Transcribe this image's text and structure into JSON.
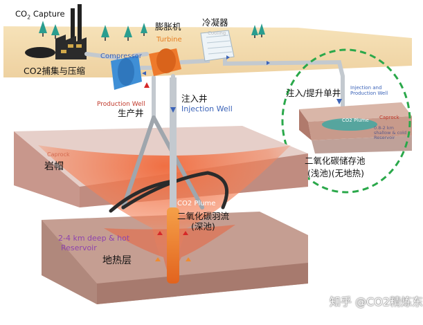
{
  "labels": {
    "co2_capture": "CO",
    "co2_capture_sub": "2",
    "co2_capture_tail": " Capture",
    "co2_capture_cn": "CO2捕集与压缩",
    "compressor": "Compressor",
    "expander_cn": "膨胀机",
    "turbine": "Turbine",
    "condenser_cn": "冷凝器",
    "cooling_box": "Cooling",
    "production_well": "Production Well",
    "production_well_cn": "生产井",
    "injection_well_cn": "注入井",
    "injection_well": "Injection Well",
    "single_well_cn": "注入/提升单井",
    "injection_production_well": "Injection and Production Well",
    "shallow_plume": "CO2 Plume",
    "shallow_caprock": "Caprock",
    "shallow_reservoir": "0.8-2 km shallow & cold Reservoir",
    "shallow_storage_cn": "二氧化碳储存池",
    "shallow_storage_cn2": "(浅池)(无地热)",
    "caprock": "Caprock",
    "caprock_cn": "岩帽",
    "co2_plume": "CO2 Plume",
    "co2_plume_cn": "二氧化碳羽流",
    "co2_plume_cn2": "(深池)",
    "deep_reservoir_l1": "2-4 km deep & hot",
    "deep_reservoir_l2": "Reservoir",
    "geothermal_cn": "地热层",
    "watermark": "知乎 @CO2精炼东"
  },
  "colors": {
    "surface": "#f3dcb0",
    "caprock": "#c98f82",
    "reservoir": "#b78a7c",
    "plume": "#e8643e",
    "pipe": "#c7cdd3",
    "compressor": "#3f8fd6",
    "turbine": "#ee7a2c",
    "highlight_circle": "#2aa84a"
  }
}
